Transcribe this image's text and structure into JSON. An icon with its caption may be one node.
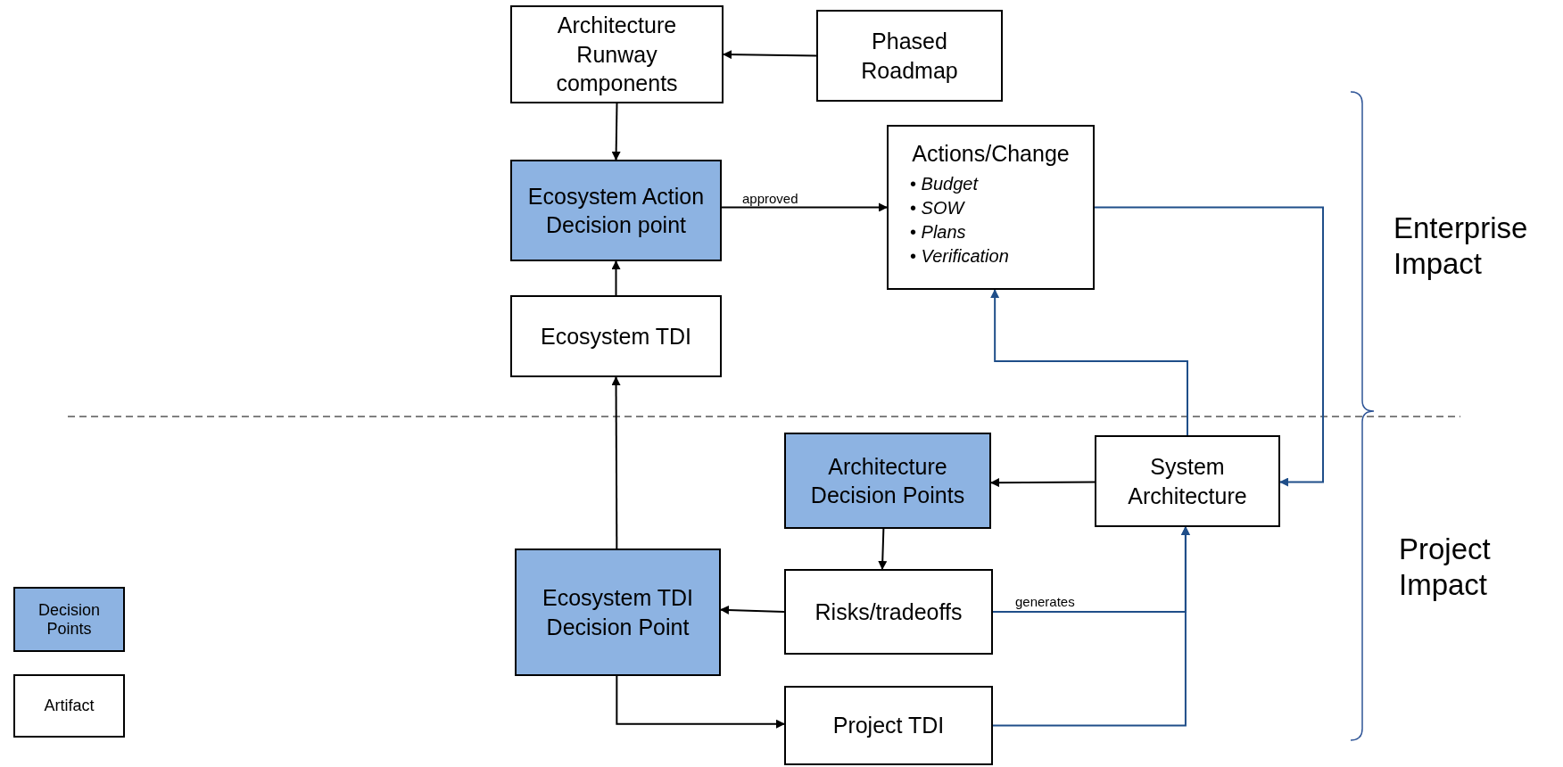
{
  "diagram": {
    "nodes": [
      {
        "text": [
          "Architecture Runway components"
        ]
      },
      {
        "text": [
          "Phased Roadmap"
        ]
      },
      {
        "text": [
          "Ecosystem Action Decision point"
        ]
      },
      {
        "text": [
          "Actions/Change",
          "• *Budget*",
          "• *SOW*",
          "• *Plans*",
          "• *Verification*"
        ]
      },
      {
        "text": [
          "Ecosystem TDI"
        ]
      },
      {
        "text": [
          "Architecture Decision Points"
        ]
      },
      {
        "text": [
          "System Architecture"
        ]
      },
      {
        "text": [
          "Ecosystem TDI Decision Point"
        ]
      },
      {
        "text": [
          "Risks/tradeoffs"
        ]
      },
      {
        "text": [
          "Project TDI"
        ]
      }
    ],
    "edges": [
      {
        "from": 1,
        "to": 0,
        "arrow": "to"
      },
      {
        "from": 0,
        "to": 2,
        "arrow": "to"
      },
      {
        "from": 2,
        "to": 3,
        "arrow": "to",
        "label": "approved"
      },
      {
        "from": 4,
        "to": 2,
        "arrow": "to"
      },
      {
        "from": 7,
        "to": 4,
        "arrow": "to"
      },
      {
        "from": 3,
        "to": 6,
        "arrow": "to",
        "color": "#1f4e89"
      },
      {
        "from": 6,
        "to": 3,
        "arrow": "to",
        "color": "#1f4e89"
      },
      {
        "from": 6,
        "to": 5,
        "arrow": "to"
      },
      {
        "from": 5,
        "to": 8,
        "arrow": "to"
      },
      {
        "from": 8,
        "to": 7,
        "arrow": "to"
      },
      {
        "from": 8,
        "to": 6,
        "arrow": "to",
        "label": "generates",
        "color": "#1f4e89"
      },
      {
        "from": 7,
        "to": 9,
        "arrow": "to"
      },
      {
        "from": 9,
        "to": 6,
        "arrow": "to",
        "color": "#1f4e89"
      }
    ],
    "labels": [
      "Enterprise Impact",
      "Project Impact"
    ],
    "legend": [
      {
        "text": "Decision Points",
        "color": "#8db3e2"
      },
      {
        "text": "Artifact",
        "color": "#ffffff"
      }
    ]
  }
}
